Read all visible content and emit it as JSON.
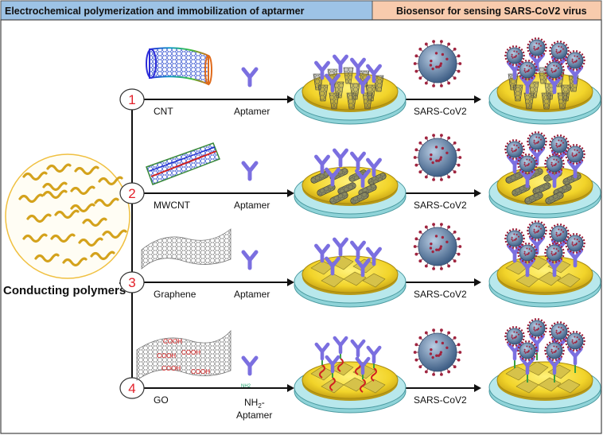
{
  "header": {
    "left_title": "Electrochemical polymerization and immobilization of aptarmer",
    "right_title": "Biosensor for sensing SARS-CoV2 virus",
    "left_color": "#9dc3e6",
    "right_color": "#f8cbad"
  },
  "source_label": "Conducting polymers",
  "rows": [
    {
      "number": "1",
      "material": "CNT",
      "aptamer": "Aptamer",
      "virus": "SARS-CoV2"
    },
    {
      "number": "2",
      "material": "MWCNT",
      "aptamer": "Aptamer",
      "virus": "SARS-CoV2"
    },
    {
      "number": "3",
      "material": "Graphene",
      "aptamer": "Aptamer",
      "virus": "SARS-CoV2"
    },
    {
      "number": "4",
      "material": "GO",
      "aptamer": "NH",
      "aptamer_sub": "2",
      "aptamer_suffix": "-",
      "aptamer_line2": "Aptamer",
      "virus": "SARS-CoV2",
      "go_groups": [
        "COOH",
        "COOH",
        "COOH",
        "COOH",
        "COOH"
      ],
      "amine_tag": "NH2"
    }
  ],
  "colors": {
    "aptamer": "#7b6fe0",
    "virus": "#5f7fa8",
    "virus_spike": "#a0243f",
    "electrode_gold": "#f2d42a",
    "electrode_base": "#8fd3d8",
    "number_red": "#e3202a",
    "polymer": "#d4a21c"
  }
}
